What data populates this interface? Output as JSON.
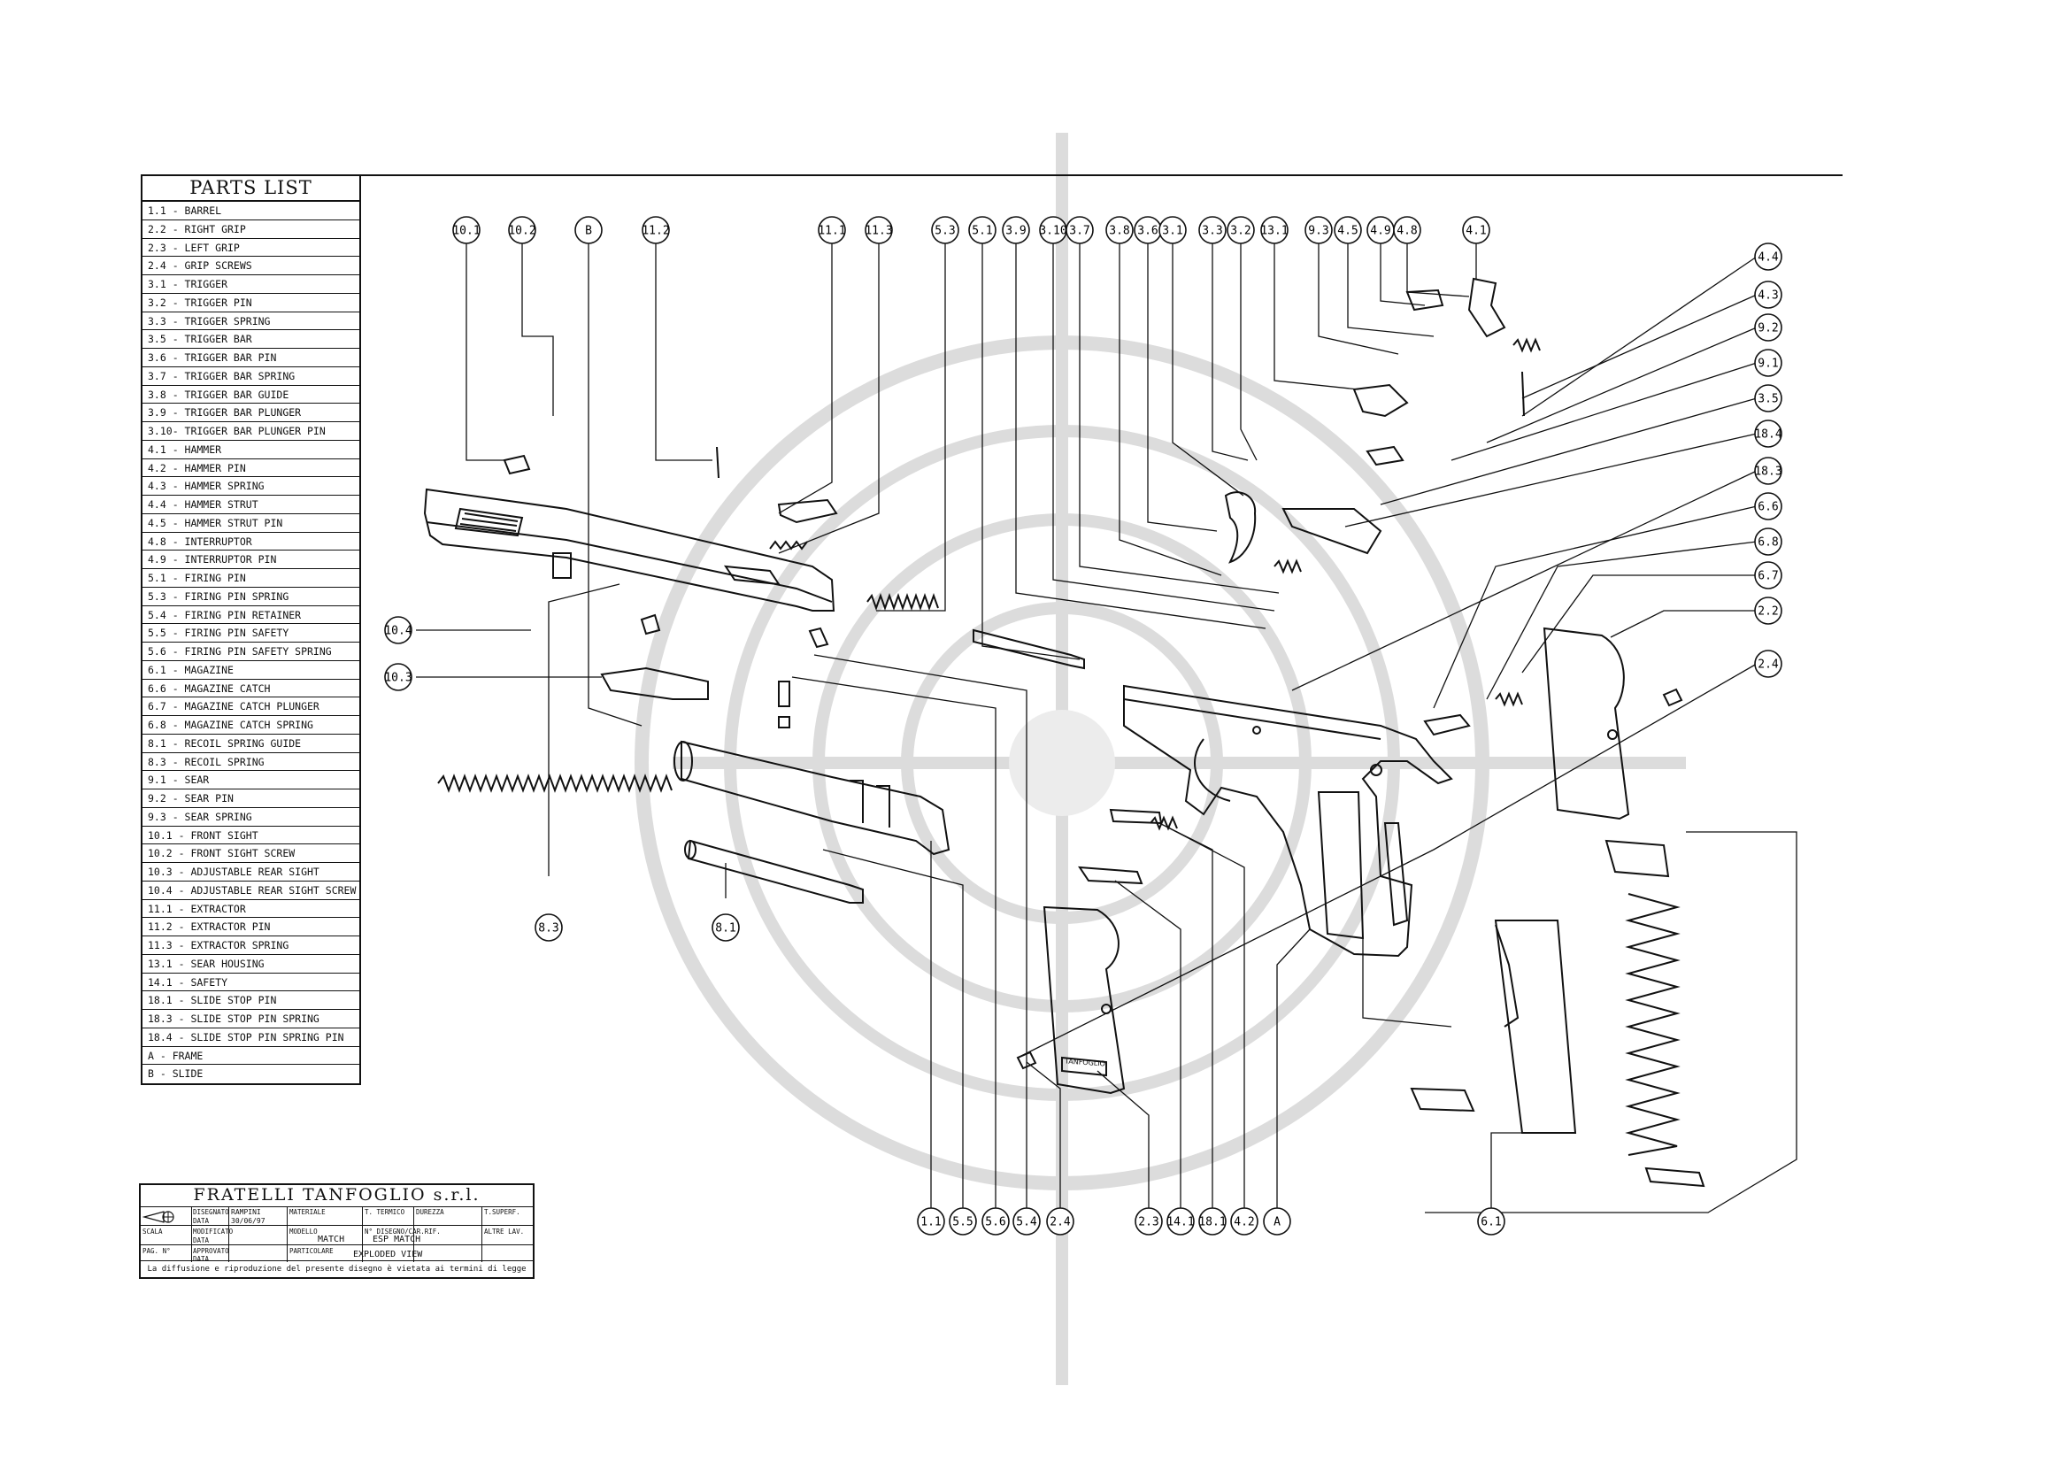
{
  "parts_list": {
    "title": "PARTS LIST",
    "items": [
      "1.1 - BARREL",
      "2.2 - RIGHT GRIP",
      "2.3 - LEFT GRIP",
      "2.4 - GRIP SCREWS",
      "3.1 - TRIGGER",
      "3.2 - TRIGGER PIN",
      "3.3 - TRIGGER SPRING",
      "3.5 - TRIGGER BAR",
      "3.6 - TRIGGER BAR PIN",
      "3.7 - TRIGGER BAR SPRING",
      "3.8 - TRIGGER BAR GUIDE",
      "3.9 - TRIGGER BAR PLUNGER",
      "3.10- TRIGGER BAR PLUNGER PIN",
      "4.1 - HAMMER",
      "4.2 - HAMMER PIN",
      "4.3 - HAMMER SPRING",
      "4.4 - HAMMER STRUT",
      "4.5 - HAMMER STRUT PIN",
      "4.8 - INTERRUPTOR",
      "4.9 - INTERRUPTOR PIN",
      "5.1 - FIRING PIN",
      "5.3 - FIRING PIN SPRING",
      "5.4 - FIRING PIN RETAINER",
      "5.5 - FIRING PIN SAFETY",
      "5.6 - FIRING PIN SAFETY SPRING",
      "6.1 - MAGAZINE",
      "6.6 - MAGAZINE CATCH",
      "6.7 - MAGAZINE CATCH PLUNGER",
      "6.8 - MAGAZINE CATCH SPRING",
      "8.1 - RECOIL SPRING GUIDE",
      "8.3 - RECOIL SPRING",
      "9.1 - SEAR",
      "9.2 - SEAR PIN",
      "9.3 - SEAR SPRING",
      "10.1 - FRONT SIGHT",
      "10.2 - FRONT SIGHT SCREW",
      "10.3 - ADJUSTABLE REAR SIGHT",
      "10.4 - ADJUSTABLE REAR SIGHT SCREW",
      "11.1 - EXTRACTOR",
      "11.2 - EXTRACTOR PIN",
      "11.3 - EXTRACTOR SPRING",
      "13.1 - SEAR HOUSING",
      "14.1 - SAFETY",
      "18.1 - SLIDE STOP PIN",
      "18.3 - SLIDE STOP PIN SPRING",
      "18.4 - SLIDE STOP PIN SPRING PIN",
      "A  - FRAME",
      "B  - SLIDE"
    ]
  },
  "callouts": {
    "top": [
      "10.1",
      "10.2",
      "B",
      "11.2",
      "11.1",
      "11.3",
      "5.3",
      "5.1",
      "3.9",
      "3.10",
      "3.7",
      "3.8",
      "3.6",
      "3.1",
      "3.3",
      "3.2",
      "13.1",
      "9.3",
      "4.5",
      "4.9",
      "4.8",
      "4.1"
    ],
    "right": [
      "4.4",
      "4.3",
      "9.2",
      "9.1",
      "3.5",
      "18.4",
      "18.3",
      "6.6",
      "6.8",
      "6.7",
      "2.2",
      "2.4"
    ],
    "left": [
      "10.4",
      "10.3"
    ],
    "middle": [
      "8.3",
      "8.1"
    ],
    "bottom": [
      "1.1",
      "5.5",
      "5.6",
      "5.4",
      "2.4",
      "2.3",
      "14.1",
      "18.1",
      "4.2",
      "A",
      "6.1"
    ]
  },
  "title_block": {
    "company": "FRATELLI TANFOGLIO s.r.l.",
    "disegnato_label": "DISEGNATO",
    "disegnato_value": "RAMPINI",
    "data_label": "DATA",
    "data_value": "30/06/97",
    "materiale_label": "MATERIALE",
    "t_termico_label": "T. TERMICO",
    "durezza_label": "DUREZZA",
    "t_superf_label": "T.SUPERF.",
    "scala_label": "SCALA",
    "modificato_label": "MODIFICATO",
    "data2_label": "DATA",
    "modello_label": "MODELLO",
    "modello_value": "MATCH",
    "n_disegno_label": "N° DISEGNO/CAR.RIF.",
    "n_disegno_value": "ESP MATCH",
    "altre_lav_label": "ALTRE LAV.",
    "pag_label": "PAG. N°",
    "approvato_label": "APPROVATO",
    "data3_label": "DATA",
    "particolare_label": "PARTICOLARE",
    "particolare_value": "EXPLODED VIEW",
    "note": "La diffusione e riproduzione del presente disegno è vietata ai termini di legge"
  },
  "grip_stamp": "TANFOGLIO"
}
